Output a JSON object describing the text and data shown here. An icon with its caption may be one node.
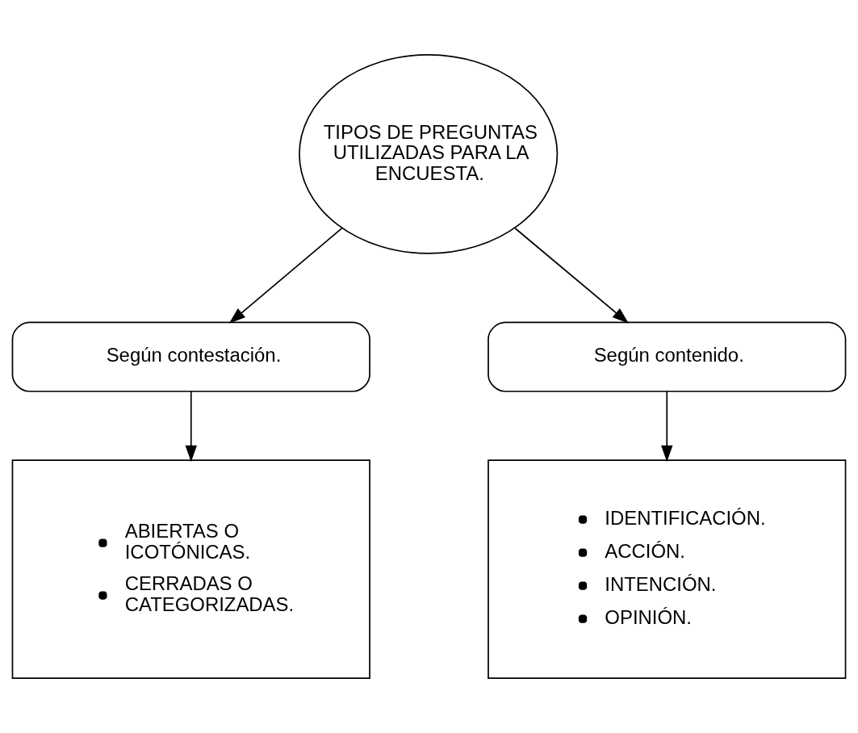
{
  "diagram": {
    "nodes": [
      {
        "text": [
          "TIPOS DE PREGUNTAS UTILIZADAS PARA LA ENCUESTA."
        ]
      },
      {
        "text": [
          "Según contestación."
        ]
      },
      {
        "text": [
          "Según contenido."
        ]
      },
      {
        "text": [
          "ABIERTAS O ICOTÓNICAS.",
          "CERRADAS O CATEGORIZADAS."
        ]
      },
      {
        "text": [
          "IDENTIFICACIÓN.",
          "ACCIÓN.",
          "INTENCIÓN.",
          "OPINIÓN."
        ]
      }
    ],
    "edges": [
      {
        "from": 0,
        "to": 1,
        "arrow": "to"
      },
      {
        "from": 0,
        "to": 2,
        "arrow": "to"
      },
      {
        "from": 1,
        "to": 3,
        "arrow": "to"
      },
      {
        "from": 2,
        "to": 4,
        "arrow": "to"
      }
    ]
  }
}
